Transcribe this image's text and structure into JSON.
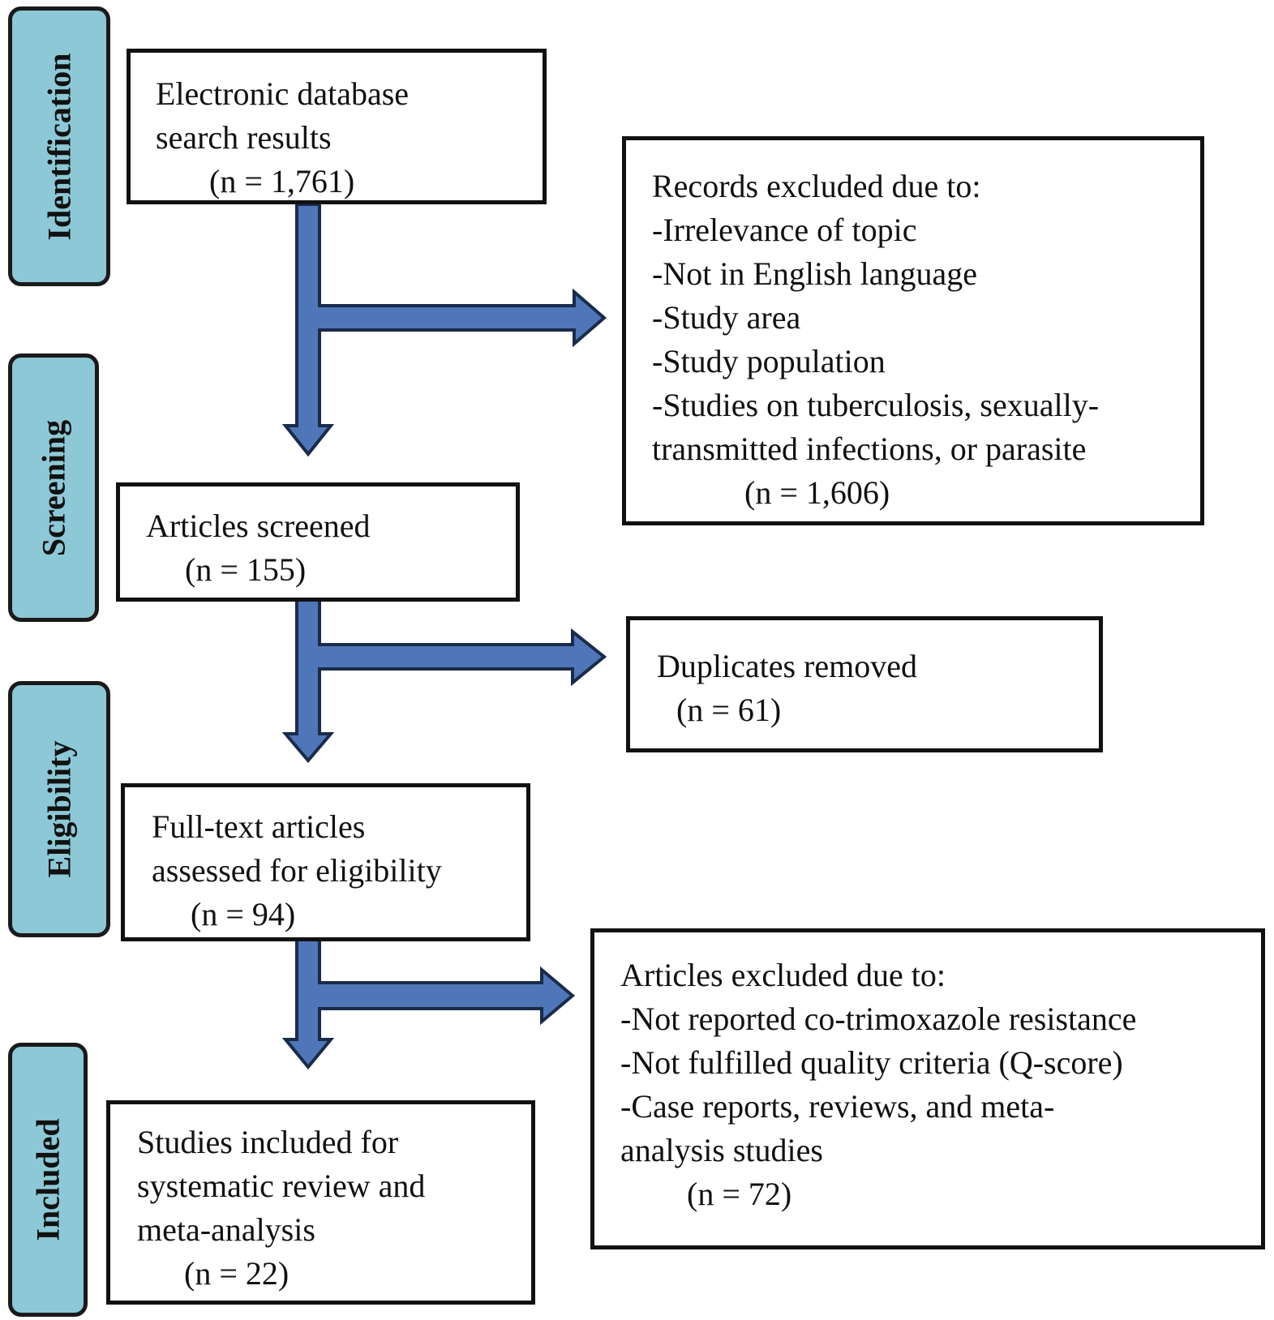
{
  "stages": {
    "identification": "Identification",
    "screening": "Screening",
    "eligibility": "Eligibility",
    "included": "Included"
  },
  "boxes": {
    "search_results": {
      "lines": [
        "Electronic database",
        "search results",
        "(n = 1,761)"
      ]
    },
    "records_excluded": {
      "lines": [
        "Records excluded due to:",
        "-Irrelevance of topic",
        "-Not in English language",
        "-Study area",
        "-Study population",
        "-Studies on tuberculosis, sexually-",
        "transmitted infections, or parasite",
        "(n = 1,606)"
      ]
    },
    "articles_screened": {
      "lines": [
        "Articles screened",
        "(n = 155)"
      ]
    },
    "duplicates_removed": {
      "lines": [
        "Duplicates removed",
        "(n = 61)"
      ]
    },
    "full_text": {
      "lines": [
        "Full-text articles",
        "assessed for eligibility",
        "(n = 94)"
      ]
    },
    "articles_excluded": {
      "lines": [
        "Articles excluded due to:",
        "-Not reported co-trimoxazole resistance",
        "-Not fulfilled quality criteria (Q-score)",
        "-Case reports, reviews, and meta-",
        "analysis studies",
        "(n = 72)"
      ]
    },
    "studies_included": {
      "lines": [
        "Studies included for",
        "systematic review and",
        "meta-analysis",
        "(n = 22)"
      ]
    }
  },
  "colors": {
    "arrow_fill": "#4f76b8",
    "arrow_stroke": "#1a2b4a",
    "stage_fill": "#8dc8d6"
  }
}
